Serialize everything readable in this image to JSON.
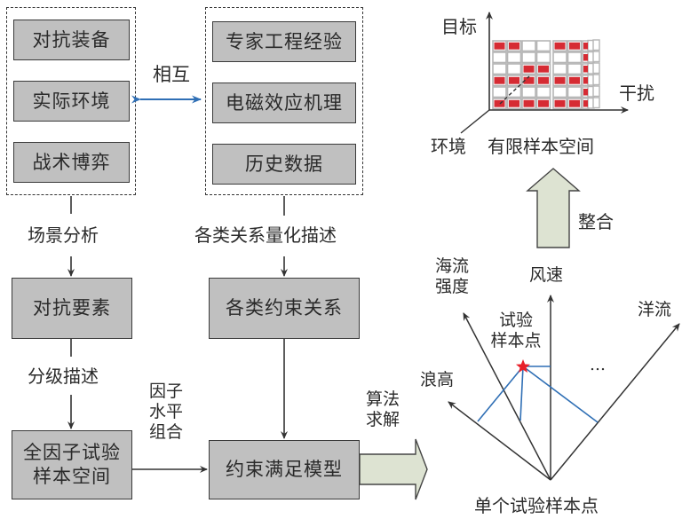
{
  "left_group": {
    "items": [
      "对抗装备",
      "实际环境",
      "战术博弈"
    ]
  },
  "right_group": {
    "items": [
      "专家工程经验",
      "电磁效应机理",
      "历史数据"
    ]
  },
  "mutual_label": "相互",
  "left_flow": {
    "step1_label": "场景分析",
    "box1": "对抗要素",
    "step2_label": "分级描述",
    "box2_line1": "全因子试验",
    "box2_line2": "样本空间"
  },
  "right_flow": {
    "step1_label": "各类关系量化描述",
    "box1": "各类约束关系"
  },
  "factor_combo_label": [
    "因子",
    "水平",
    "组合"
  ],
  "model_box": "约束满足模型",
  "algo_label": [
    "算法",
    "求解"
  ],
  "integrate_label": "整合",
  "sample_space_chart": {
    "axis_y": "目标",
    "axis_x": "干扰",
    "axis_z": "环境",
    "caption": "有限样本空间",
    "grid_rows": [
      [
        1,
        1,
        0,
        0,
        1,
        1
      ],
      [
        0,
        0,
        0,
        0,
        0,
        0
      ],
      [
        0,
        0,
        1,
        1,
        0,
        0
      ],
      [
        1,
        1,
        1,
        1,
        1,
        1
      ],
      [
        0,
        0,
        0,
        0,
        0,
        0
      ],
      [
        1,
        1,
        1,
        1,
        1,
        1
      ]
    ],
    "depth_rows": [
      1,
      1,
      1,
      1,
      1,
      1
    ],
    "fill_color": "#d62b33",
    "empty_color": "#ffffff",
    "cell_border": "#b5b5b5"
  },
  "radar": {
    "axes": [
      "浪高",
      "海流\n强度",
      "风速",
      "洋流"
    ],
    "axis_labels": {
      "wave": "浪高",
      "current_strength_1": "海流",
      "current_strength_2": "强度",
      "wind": "风速",
      "ocean_current": "洋流"
    },
    "point_label_line1": "试验",
    "point_label_line2": "样本点",
    "ellipsis": "…",
    "caption": "单个试验样本点",
    "point_color": "#e8202a",
    "projection_color": "#2f6fb5"
  },
  "colors": {
    "box_fill": "#c0c0c0",
    "arrow_blue": "#2f6fb5",
    "big_arrow_fill": "#dde3d2"
  }
}
